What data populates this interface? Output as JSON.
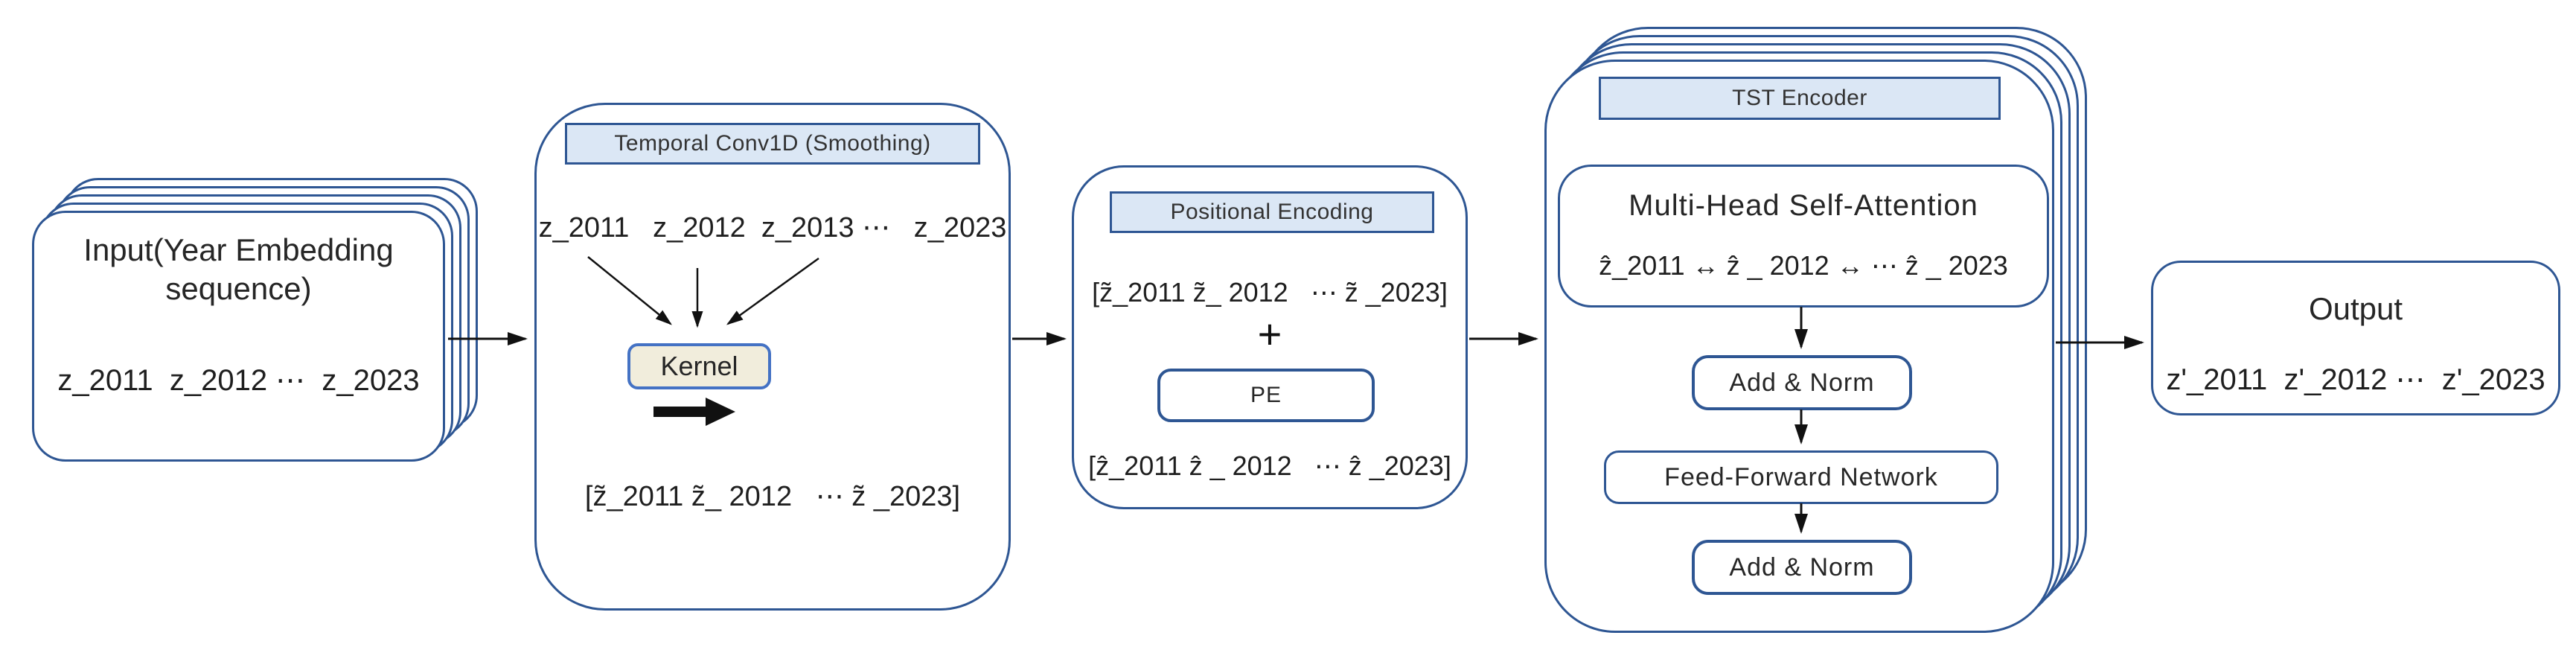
{
  "colors": {
    "border": "#2e5693",
    "title_fill": "#dbe7f5",
    "kernel_fill": "#f1eddc",
    "kernel_border": "#4472c4",
    "text": "#262626",
    "arrow": "#111111"
  },
  "input": {
    "title": "Input(Year Embedding sequence)",
    "sequence": "z_2011  z_2012 ⋯  z_2023"
  },
  "conv": {
    "title": "Temporal Conv1D (Smoothing)",
    "years": "z_2011   z_2012  z_2013 ⋯   z_2023",
    "kernel": "Kernel",
    "result": "[z̃_2011 z̃_ 2012   ⋯ z̃ _2023]"
  },
  "pe": {
    "title": "Positional Encoding",
    "input_seq": "[z̃_2011 z̃_ 2012   ⋯ z̃ _2023]",
    "plus": "+",
    "label": "PE",
    "output_seq": "[ẑ_2011 ẑ _ 2012   ⋯ ẑ _2023]"
  },
  "tst": {
    "title": "TST Encoder",
    "mhsa_title": "Multi-Head Self-Attention",
    "mhsa_seq": "ẑ_2011 ↔ ẑ _ 2012 ↔ ⋯ ẑ _ 2023",
    "add_norm_1": "Add & Norm",
    "ffn": "Feed-Forward Network",
    "add_norm_2": "Add & Norm"
  },
  "output": {
    "title": "Output",
    "sequence": "z'_2011  z'_2012 ⋯  z'_2023"
  }
}
